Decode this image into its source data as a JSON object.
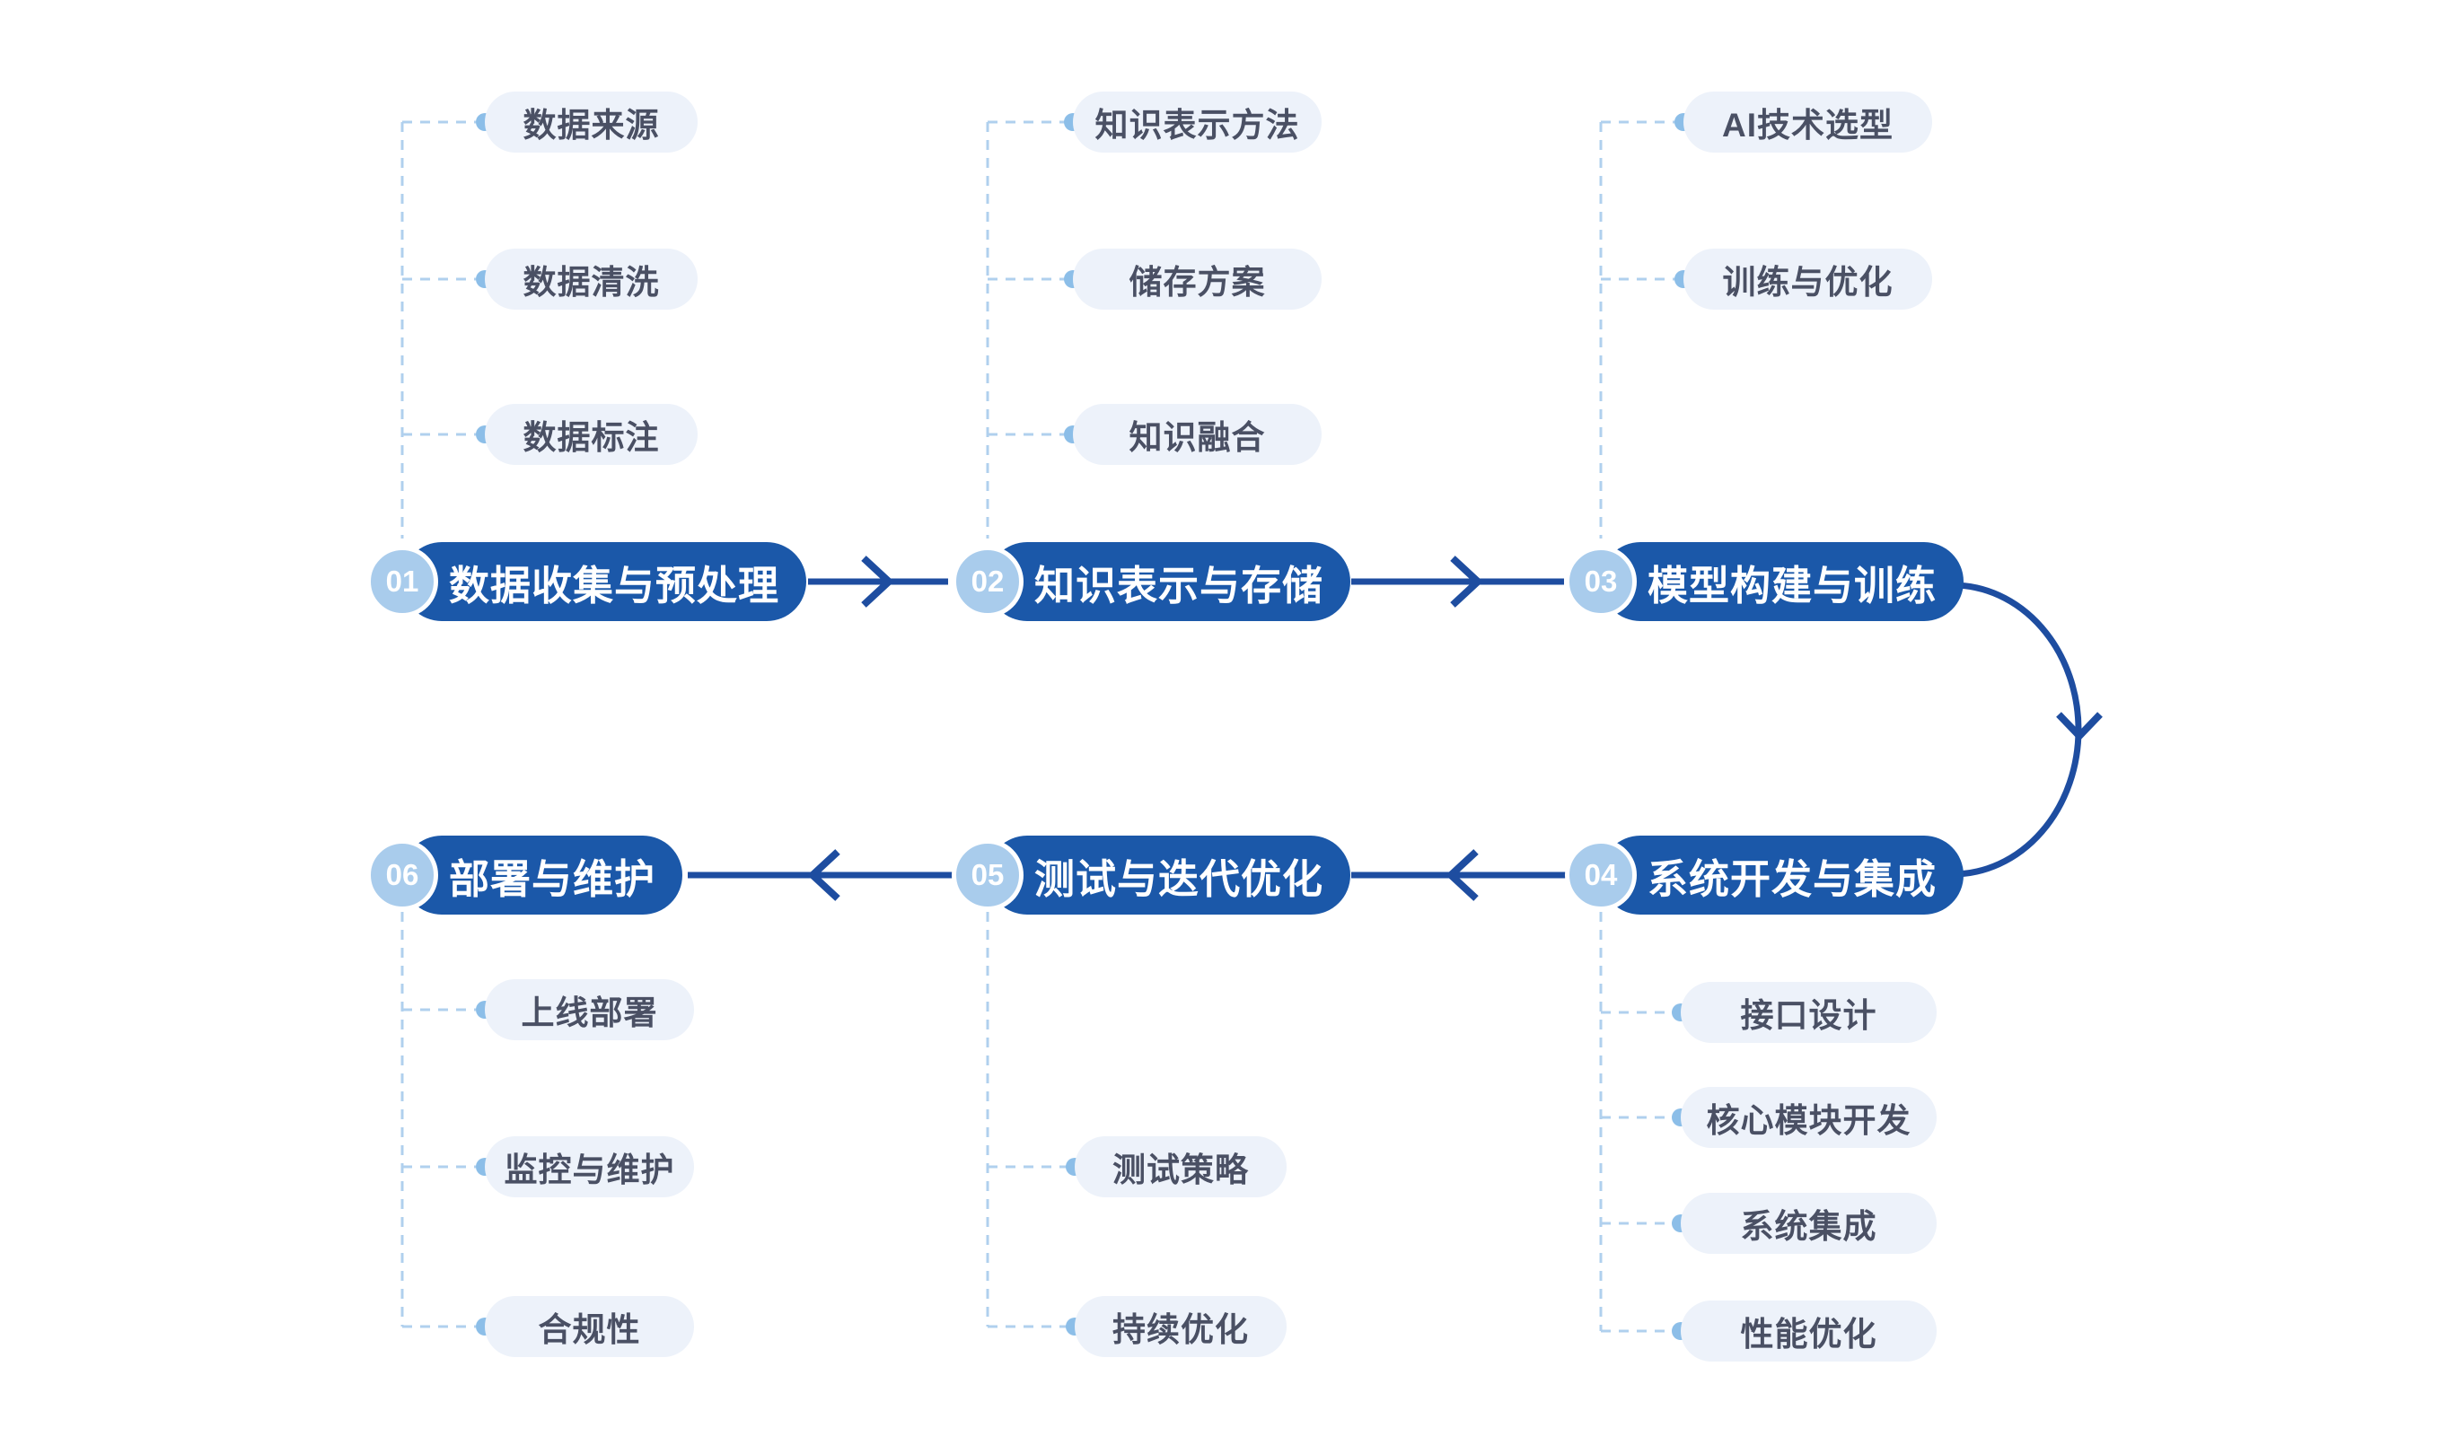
{
  "stages": [
    {
      "number": "01",
      "title": "数据收集与预处理",
      "subitems": [
        "数据来源",
        "数据清洗",
        "数据标注"
      ]
    },
    {
      "number": "02",
      "title": "知识表示与存储",
      "subitems": [
        "知识表示方法",
        "储存方案",
        "知识融合"
      ]
    },
    {
      "number": "03",
      "title": "模型构建与训练",
      "subitems": [
        "AI技术选型",
        "训练与优化"
      ]
    },
    {
      "number": "04",
      "title": "系统开发与集成",
      "subitems": [
        "接口设计",
        "核心模块开发",
        "系统集成",
        "性能优化"
      ]
    },
    {
      "number": "05",
      "title": "测试与迭代优化",
      "subitems": [
        "测试策略",
        "持续优化"
      ]
    },
    {
      "number": "06",
      "title": "部署与维护",
      "subitems": [
        "上线部署",
        "监控与维护",
        "合规性"
      ]
    }
  ],
  "colors": {
    "stage_pill_blue": "#1b58a9",
    "stage_circle_fill": "#a9ccec",
    "stage_text": "#ffffff",
    "arrow_blue": "#1e4da0",
    "subitem_bg": "#edf2fa",
    "subitem_text": "#4a5064",
    "dashed_connector": "#b0d0ee",
    "connector_dot": "#8cbee8",
    "background": "#ffffff"
  }
}
